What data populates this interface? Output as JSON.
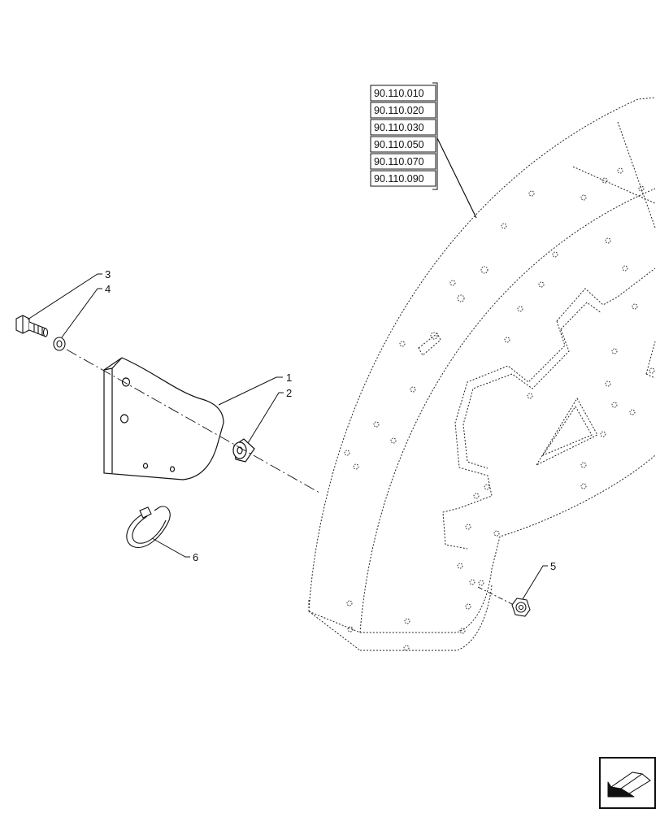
{
  "references": [
    "90.110.010",
    "90.110.020",
    "90.110.030",
    "90.110.050",
    "90.110.070",
    "90.110.090"
  ],
  "callouts": [
    {
      "number": "1",
      "part": "bracket"
    },
    {
      "number": "2",
      "part": "spacer"
    },
    {
      "number": "3",
      "part": "bolt"
    },
    {
      "number": "4",
      "part": "washer"
    },
    {
      "number": "5",
      "part": "nut"
    },
    {
      "number": "6",
      "part": "clamp"
    }
  ],
  "navigation": {
    "icon": "previous-page-arrow-icon"
  },
  "colors": {
    "line": "#111111",
    "background": "#ffffff"
  }
}
